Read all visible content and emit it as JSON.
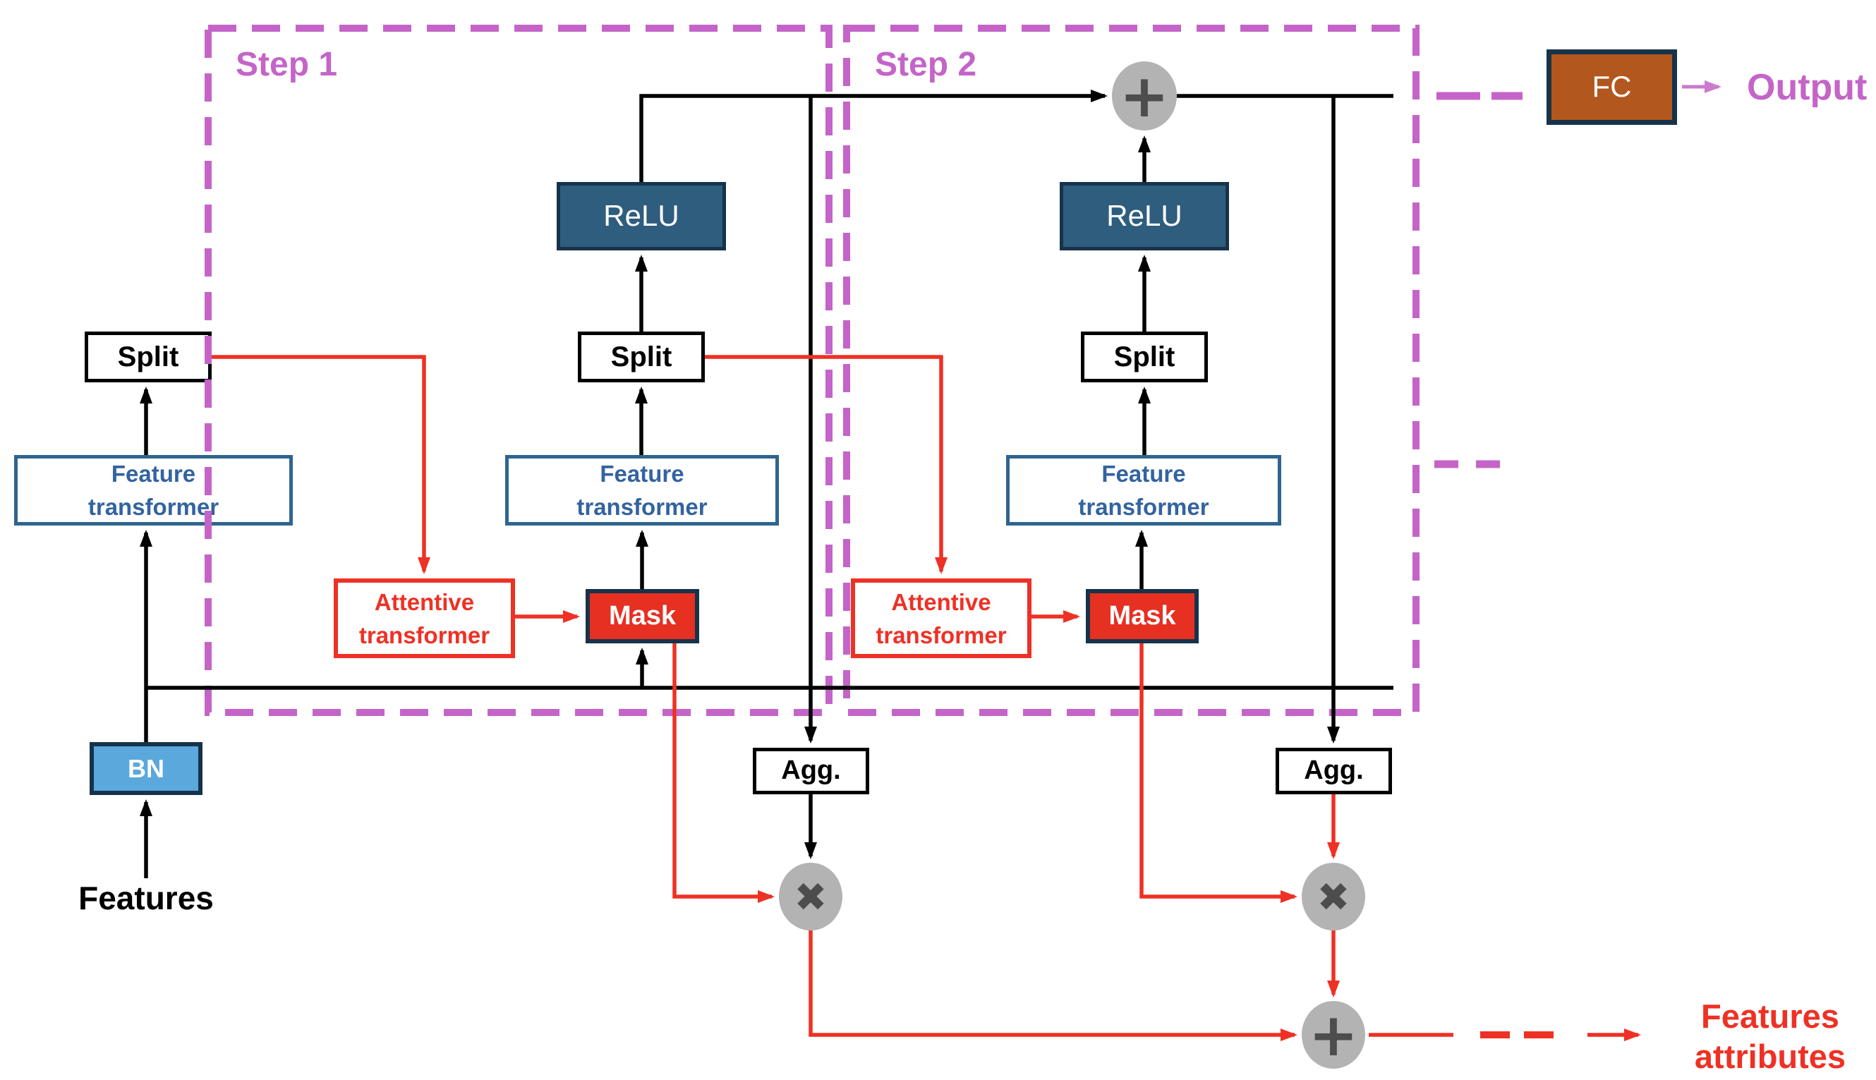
{
  "colors": {
    "accent_red": "#EE3124",
    "mask_red": "#E63022",
    "orchid": "#C464C8",
    "orchid_arrow": "#CC79CE",
    "steel_blue": "#2E5D7E",
    "light_blue": "#5BA8DC",
    "ft_blue": "#3363A0",
    "ft_border": "#2E6590",
    "navy": "#16334A",
    "sienna": "#B2571E",
    "gray_circle": "#B3B3B3",
    "gray_symbol": "#4D4D4D"
  },
  "steps": {
    "step1": "Step 1",
    "step2": "Step 2"
  },
  "blocks": {
    "bn": "BN",
    "feature_transformer": {
      "line1": "Feature",
      "line2": "transformer"
    },
    "split": "Split",
    "relu": "ReLU",
    "attentive_transformer": {
      "line1": "Attentive",
      "line2": "transformer"
    },
    "mask": "Mask",
    "agg": "Agg.",
    "fc": "FC"
  },
  "operators": {
    "add": "+",
    "multiply": "✖"
  },
  "labels": {
    "features": "Features",
    "output": "Output",
    "features_attributes": {
      "line1": "Features",
      "line2": "attributes"
    }
  }
}
